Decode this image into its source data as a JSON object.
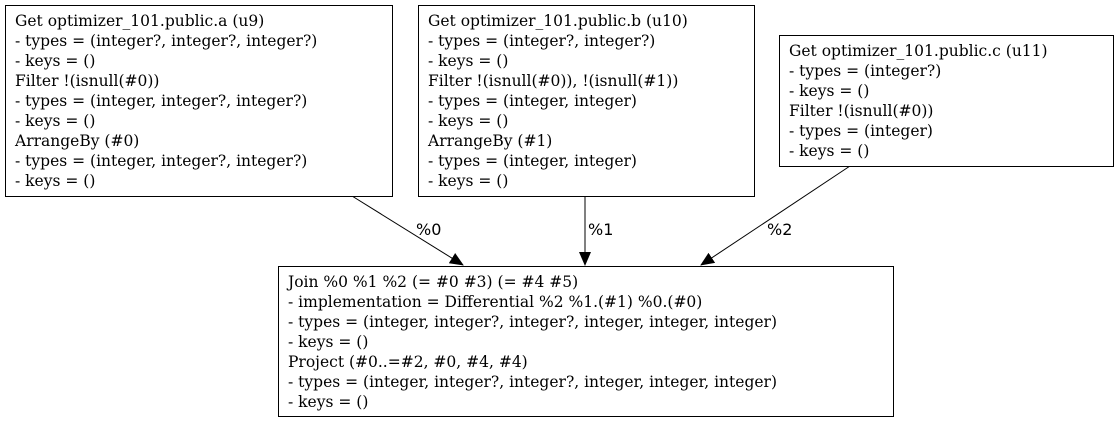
{
  "nodes": {
    "a": {
      "lines": [
        "Get optimizer_101.public.a (u9)",
        "- types = (integer?, integer?, integer?)",
        "- keys = ()",
        "Filter !(isnull(#0))",
        "- types = (integer, integer?, integer?)",
        "- keys = ()",
        "ArrangeBy (#0)",
        "- types = (integer, integer?, integer?)",
        "- keys = ()"
      ]
    },
    "b": {
      "lines": [
        "Get optimizer_101.public.b (u10)",
        "- types = (integer?, integer?)",
        "- keys = ()",
        "Filter !(isnull(#0)), !(isnull(#1))",
        "- types = (integer, integer)",
        "- keys = ()",
        "ArrangeBy (#1)",
        "- types = (integer, integer)",
        "- keys = ()"
      ]
    },
    "c": {
      "lines": [
        "Get optimizer_101.public.c (u11)",
        "- types = (integer?)",
        "- keys = ()",
        "Filter !(isnull(#0))",
        "- types = (integer)",
        "- keys = ()"
      ]
    },
    "join": {
      "lines": [
        "Join %0 %1 %2 (= #0 #3) (= #4 #5)",
        "- implementation = Differential %2 %1.(#1) %0.(#0)",
        "- types = (integer, integer?, integer?, integer, integer, integer)",
        "- keys = ()",
        "Project (#0..=#2, #0, #4, #4)",
        "- types = (integer, integer?, integer?, integer, integer, integer)",
        "- keys = ()"
      ]
    }
  },
  "edges": {
    "a_join": "%0",
    "b_join": "%1",
    "c_join": "%2"
  }
}
